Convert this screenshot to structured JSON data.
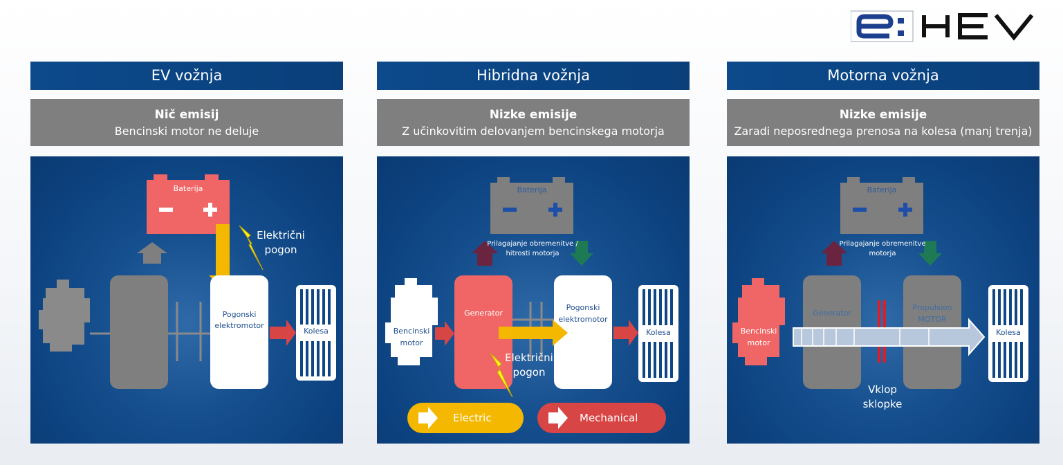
{
  "logo": {
    "text": "e:HEV",
    "colors": {
      "mark": "#1d3f8f",
      "text": "#111111"
    }
  },
  "colors": {
    "title_bg": "#0c4a8c",
    "sub_bg": "#7f7f7f",
    "panel_bg": "#0f4684",
    "battery_active": "#f06565",
    "battery_inactive": "#7f7f7f",
    "electric_arrow": "#f5b800",
    "mechanical_arrow": "#d84545",
    "arrow_up": "#6b2440",
    "arrow_down": "#1d7a55"
  },
  "sections": [
    {
      "title": "EV vožnja",
      "subtitle_bold": "Nič emisij",
      "subtitle": "Bencinski motor ne deluje",
      "battery_label": "Baterija",
      "power_label_line1": "Električni",
      "power_label_line2": "pogon",
      "motor_label_line1": "Pogonski",
      "motor_label_line2": "elektromotor",
      "wheels_label": "Kolesa"
    },
    {
      "title": "Hibridna vožnja",
      "subtitle_bold": "Nizke emisije",
      "subtitle": "Z učinkovitim delovanjem bencinskega motorja",
      "battery_label": "Baterija",
      "adjust_line1": "Prilagajanje obremenitve /",
      "adjust_line2": "hitrosti motorja",
      "engine_label_line1": "Bencinski",
      "engine_label_line2": "motor",
      "generator_label": "Generator",
      "motor_label_line1": "Pogonski",
      "motor_label_line2": "elektromotor",
      "wheels_label": "Kolesa",
      "power_label_line1": "Električni",
      "power_label_line2": "pogon",
      "legend_electric": "Electric",
      "legend_mechanical": "Mechanical"
    },
    {
      "title": "Motorna vožnja",
      "subtitle_bold": "Nizke emisije",
      "subtitle": "Zaradi neposrednega prenosa na kolesa (manj trenja)",
      "battery_label": "Baterija",
      "adjust_line1": "Prilagajanje obremenitve",
      "adjust_line2": "motorja",
      "engine_label_line1": "Bencinski",
      "engine_label_line2": "motor",
      "generator_label": "Generator",
      "motor_label_line1": "Propulsion",
      "motor_label_line2": "MOTOR",
      "wheels_label": "Kolesa",
      "clutch_line1": "Vklop",
      "clutch_line2": "sklopke"
    }
  ]
}
